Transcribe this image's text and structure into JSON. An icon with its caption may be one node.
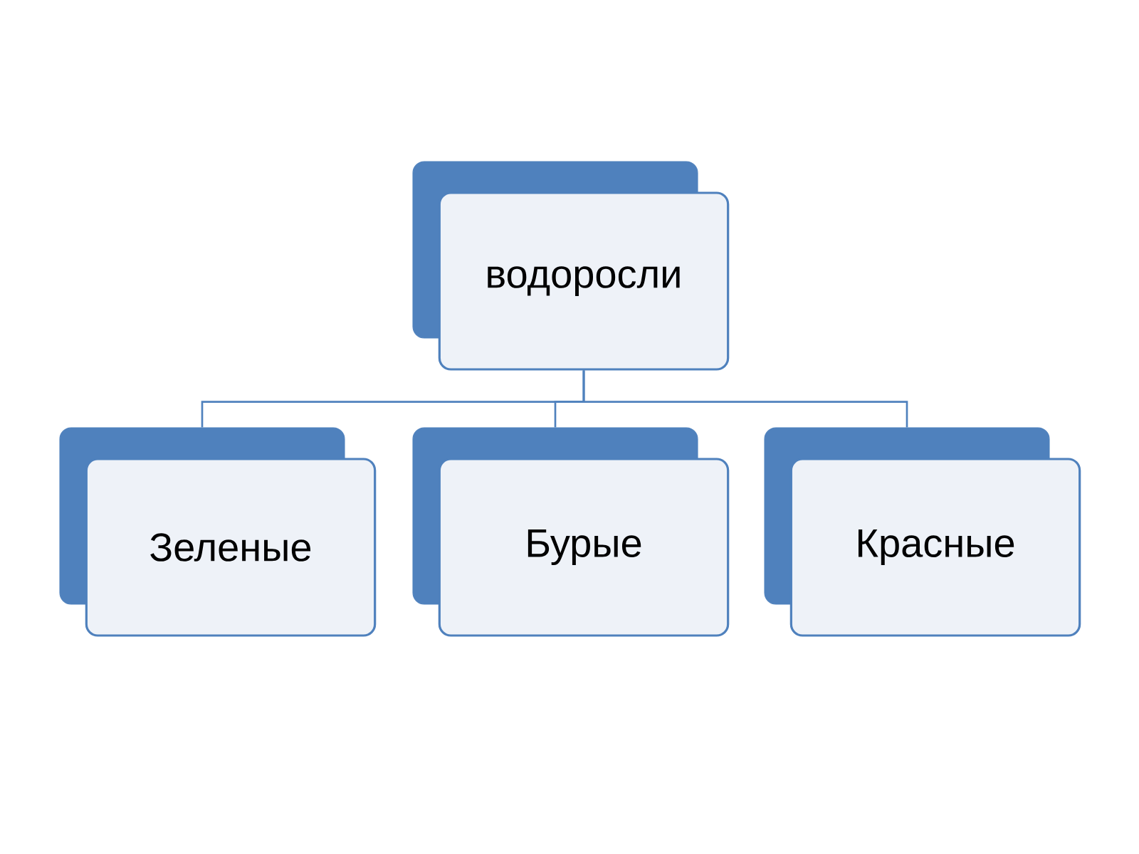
{
  "diagram": {
    "nodes": [
      {
        "text": [
          "водоросли"
        ]
      },
      {
        "text": [
          "Зеленые"
        ]
      },
      {
        "text": [
          "Бурые"
        ]
      },
      {
        "text": [
          "Красные"
        ]
      }
    ],
    "edges": [
      {
        "from": 0,
        "to": 1,
        "arrow": "none"
      },
      {
        "from": 0,
        "to": 2,
        "arrow": "none"
      },
      {
        "from": 0,
        "to": 3,
        "arrow": "none"
      }
    ]
  }
}
